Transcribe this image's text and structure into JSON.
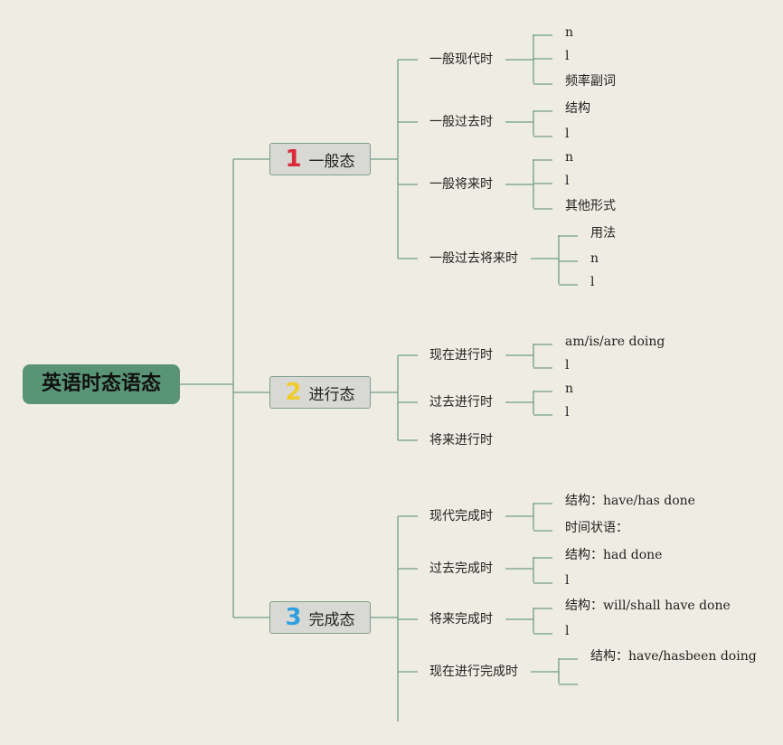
{
  "root": {
    "label": "英语时态语态"
  },
  "branches": [
    {
      "number": "1",
      "number_color": "#d92b3a",
      "label": "一般态",
      "subs": [
        {
          "label": "一般现代时",
          "leaves": [
            "n",
            "l",
            "频率副词"
          ]
        },
        {
          "label": "一般过去时",
          "leaves": [
            "结构",
            "l"
          ]
        },
        {
          "label": "一般将来时",
          "leaves": [
            "n",
            "l",
            "其他形式"
          ]
        },
        {
          "label": "一般过去将来时",
          "leaves": [
            "用法",
            "n",
            "l"
          ]
        }
      ]
    },
    {
      "number": "2",
      "number_color": "#f0cc2e",
      "label": "进行态",
      "subs": [
        {
          "label": "现在进行时",
          "leaves": [
            "am/is/are doing",
            "l"
          ]
        },
        {
          "label": "过去进行时",
          "leaves": [
            "n",
            "l"
          ]
        },
        {
          "label": "将来进行时",
          "leaves": []
        }
      ]
    },
    {
      "number": "3",
      "number_color": "#2f9fe0",
      "label": "完成态",
      "subs": [
        {
          "label": "现代完成时",
          "leaves": [
            "结构：have/has done",
            "时间状语："
          ]
        },
        {
          "label": "过去完成时",
          "leaves": [
            "结构：had done",
            "l"
          ]
        },
        {
          "label": "将来完成时",
          "leaves": [
            "结构：will/shall have done",
            "l"
          ]
        },
        {
          "label": "现在进行完成时",
          "leaves": [
            "结构：have/hasbeen doing",
            ""
          ]
        }
      ]
    }
  ],
  "colors": {
    "line": "#6f9e88",
    "root_fill": "#5a9476",
    "branch_fill": "#d8d9d4"
  }
}
